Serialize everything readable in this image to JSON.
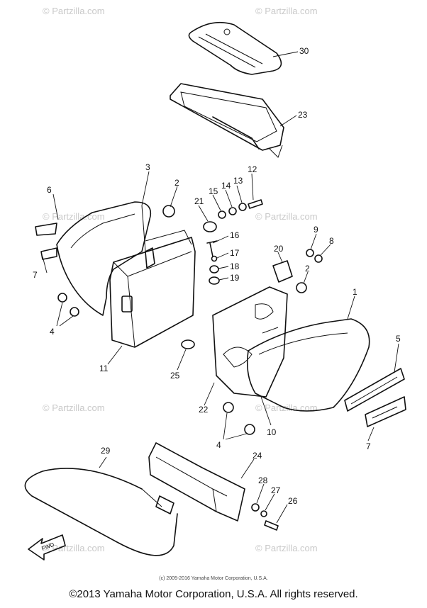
{
  "watermarks": [
    "© Partzilla.com",
    "© Partzilla.com",
    "© Partzilla.com",
    "© Partzilla.com",
    "© Partzilla.com",
    "© Partzilla.com",
    "© Partzilla.com",
    "© Partzilla.com"
  ],
  "callouts": {
    "p1": "1",
    "p2a": "2",
    "p2b": "2",
    "p3": "3",
    "p4a": "4",
    "p4b": "4",
    "p5": "5",
    "p6": "6",
    "p7a": "7",
    "p7b": "7",
    "p8": "8",
    "p9": "9",
    "p10": "10",
    "p11": "11",
    "p12": "12",
    "p13": "13",
    "p14": "14",
    "p15": "15",
    "p16": "16",
    "p17": "17",
    "p18": "18",
    "p19": "19",
    "p20": "20",
    "p21": "21",
    "p22": "22",
    "p23": "23",
    "p24": "24",
    "p25": "25",
    "p26": "26",
    "p27": "27",
    "p28": "28",
    "p29": "29",
    "p30": "30"
  },
  "arrow_label": "FWD",
  "fine_print": "(c) 2005-2016 Yamaha Motor Corporation, U.S.A.",
  "footer": "©2013 Yamaha Motor Corporation, U.S.A. All rights reserved."
}
